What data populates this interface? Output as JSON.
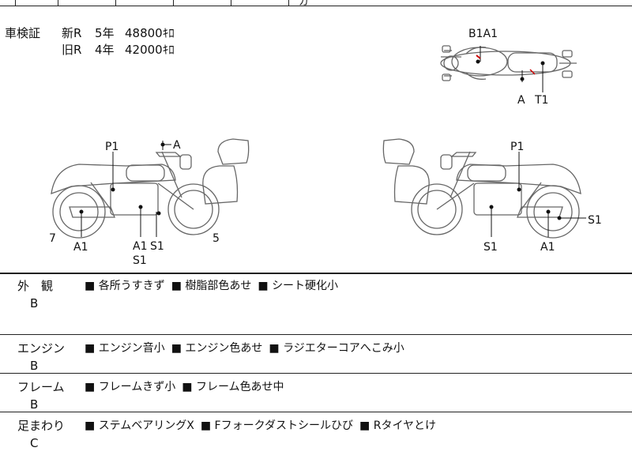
{
  "top_strip": {
    "partial_text": "ガ"
  },
  "shaken": {
    "label": "車検証",
    "new_label": "新R",
    "new_years": "5年",
    "new_km": "48800ｷﾛ",
    "old_label": "旧R",
    "old_years": "4年",
    "old_km": "42000ｷﾛ"
  },
  "diagram_marks": {
    "top_view": {
      "b1a1": "B1A1",
      "a": "A",
      "t1": "T1"
    },
    "left_side": {
      "p1": "P1",
      "a": "A",
      "seven": "7",
      "a1_front": "A1",
      "a1_mid": "A1",
      "s1_mid": "S1",
      "s1_low": "S1",
      "five": "5"
    },
    "right_side": {
      "p1": "P1",
      "s1_left": "S1",
      "a1": "A1",
      "s1_right": "S1"
    }
  },
  "sections": [
    {
      "name": "外　観",
      "grade": "B",
      "notes": [
        "各所うすきず",
        "樹脂部色あせ",
        "シート硬化小"
      ]
    },
    {
      "name": "エンジン",
      "grade": "B",
      "notes": [
        "エンジン音小",
        "エンジン色あせ",
        "ラジエターコアへこみ小"
      ]
    },
    {
      "name": "フレーム",
      "grade": "B",
      "notes": [
        "フレームきず小",
        "フレーム色あせ中"
      ]
    },
    {
      "name": "足まわり",
      "grade": "C",
      "notes": [
        "ステムベアリングX",
        "Fフォークダストシールひび",
        "Rタイヤとけ"
      ]
    }
  ]
}
